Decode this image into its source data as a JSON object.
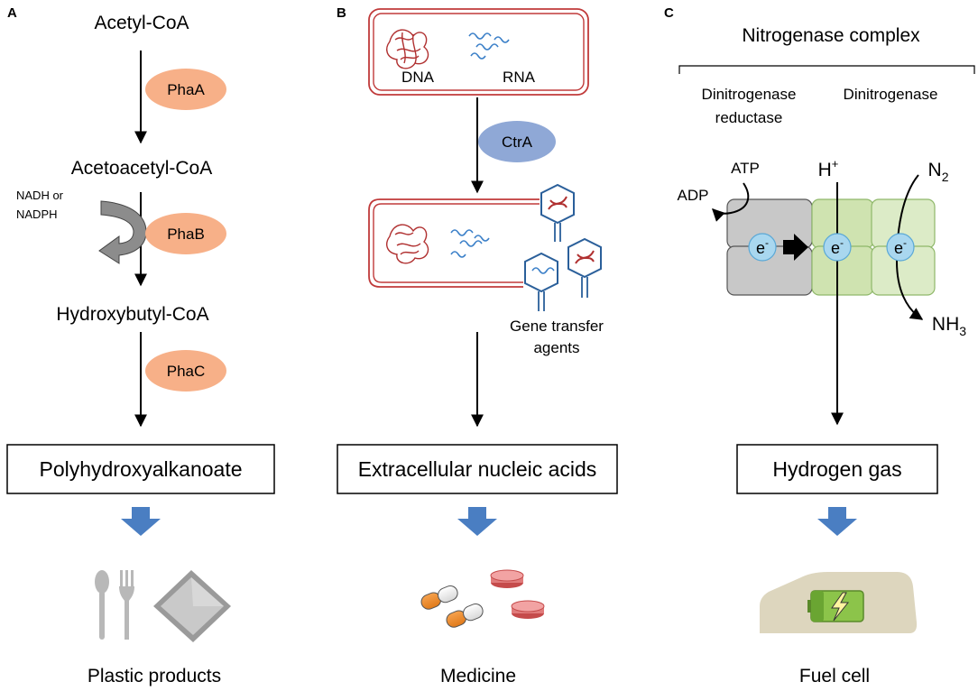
{
  "panels": {
    "a": {
      "label": "A",
      "compounds": [
        "Acetyl-CoA",
        "Acetoacetyl-CoA",
        "Hydroxybutyl-CoA"
      ],
      "enzymes": [
        "PhaA",
        "PhaB",
        "PhaC"
      ],
      "cofactor_line1": "NADH or",
      "cofactor_line2": "NADPH",
      "product": "Polyhydroxyalkanoate",
      "application": "Plastic products",
      "application_icons": [
        "spoon-icon",
        "fork-icon",
        "plastic-tray-icon"
      ]
    },
    "b": {
      "label": "B",
      "dna_label": "DNA",
      "rna_label": "RNA",
      "regulator": "CtrA",
      "gta_line1": "Gene transfer",
      "gta_line2": "agents",
      "product": "Extracellular nucleic acids",
      "application": "Medicine",
      "application_icons": [
        "capsule-icon",
        "tablet-icon"
      ]
    },
    "c": {
      "label": "C",
      "title": "Nitrogenase complex",
      "reductase_line1": "Dinitrogenase",
      "reductase_line2": "reductase",
      "dinitrogenase": "Dinitrogenase",
      "atp": "ATP",
      "adp": "ADP",
      "h_plus_base": "H",
      "h_plus_sup": "+",
      "n2_base": "N",
      "n2_sub": "2",
      "nh3_base": "NH",
      "nh3_sub": "3",
      "electron_base": "e",
      "electron_sup": "-",
      "product": "Hydrogen gas",
      "application": "Fuel cell",
      "application_icons": [
        "car-icon",
        "battery-icon",
        "lightning-icon"
      ]
    }
  },
  "colors": {
    "enzyme_orange": "#f7b088",
    "ctra_blue": "#8fa8d6",
    "cell_wall_red": "#c03a3a",
    "result_arrow_blue": "#4a7ec2",
    "reductase_gray": "#c8c8c8",
    "dinitrogenase_green": "#cfe3b0",
    "electron_blue": "#a9d7ef"
  }
}
